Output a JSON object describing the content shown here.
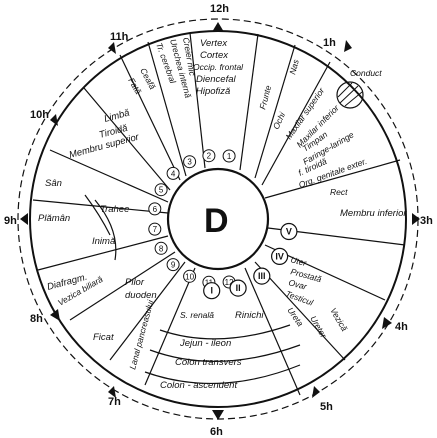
{
  "center_letter": "D",
  "hours": [
    "12h",
    "1h",
    "3h",
    "4h",
    "5h",
    "6h",
    "7h",
    "8h",
    "9h",
    "10h",
    "11h"
  ],
  "zones": {
    "vertex": "Vertex",
    "cortex": "Cortex",
    "occip": "Occip. frontal",
    "diencefal": "Diencefal",
    "hipofiza": "Hipofiză",
    "creier_mic": "Creier mic",
    "urechea": "Urechea internă",
    "trunchi": "Tr. cerebral",
    "ceafa": "Ceafă",
    "fata": "Fată",
    "frunte": "Frunte",
    "nas": "Nas",
    "conduct": "Conduct",
    "ochi": "Ochi",
    "maxilar_sup": "Maxilar superior",
    "maxilar_inf": "Maxilar inferior",
    "timpan": "Timpan",
    "faringe": "Faringe-laringe",
    "tiroida_dr": "f. tiroidă",
    "org_genitale": "Org. genitale exter.",
    "rect": "Rect",
    "limba": "Limbă",
    "tiroida": "Tiroidă",
    "membru_sup": "Membru superior",
    "san": "Sân",
    "plaman": "Plămân",
    "trahee": "Trahee",
    "inima": "Inimă",
    "membru_inf": "Membru inferior",
    "uter": "Uter",
    "prostata": "Prostată",
    "ovar": "Ovar",
    "testicul": "Testicul",
    "diafragm": "Diafragm.",
    "vezica_biliara": "Vezica biliară",
    "pilor": "Pilor",
    "duoden": "duoden",
    "ficat": "Ficat",
    "capsula": "S. renală",
    "rinichi": "Rinichi",
    "ureter": "Ureter",
    "vezica": "Vezică",
    "uretra": "Ureta",
    "apendice": "Lanal pancreasului",
    "jejun": "Jejun - ileon",
    "colon_tr": "Colon transvers",
    "colon_asc": "Colon - ascendent"
  },
  "ring_numbers": [
    "1",
    "2",
    "3",
    "4",
    "5",
    "6",
    "7",
    "8",
    "9",
    "10",
    "11",
    "12"
  ],
  "roman": [
    "I",
    "II",
    "III",
    "IV",
    "V"
  ]
}
